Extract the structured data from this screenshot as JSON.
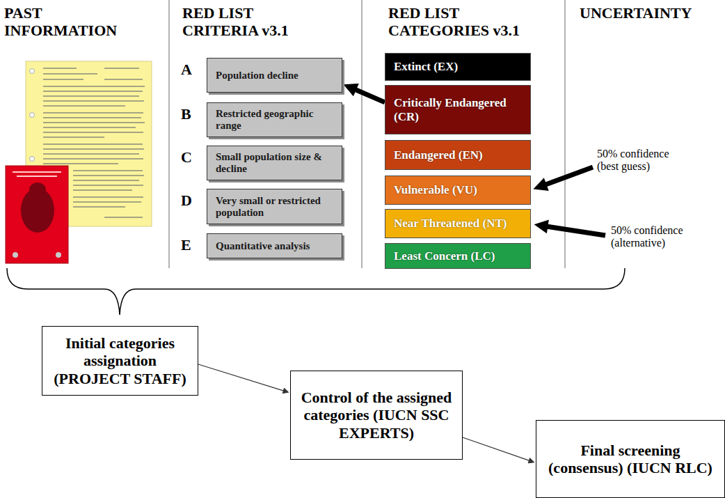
{
  "diagram": {
    "nodes": [
      {
        "text": [
          "A",
          "Population decline"
        ]
      },
      {
        "text": [
          "B",
          "Restricted geographic range"
        ]
      },
      {
        "text": [
          "C",
          "Small population size & decline"
        ]
      },
      {
        "text": [
          "D",
          "Very small or restricted population"
        ]
      },
      {
        "text": [
          "E",
          "Quantitative analysis"
        ]
      },
      {
        "text": [
          "Extinct (EX)"
        ]
      },
      {
        "text": [
          "Critically Endangered (CR)"
        ]
      },
      {
        "text": [
          "Endangered (EN)"
        ]
      },
      {
        "text": [
          "Vulnerable (VU)"
        ]
      },
      {
        "text": [
          "Near Threatened (NT)"
        ]
      },
      {
        "text": [
          "Least Concern (LC)"
        ]
      },
      {
        "text": [
          "Initial categories assignation (PROJECT STAFF)"
        ]
      },
      {
        "text": [
          "Control of the assigned categories (IUCN SSC EXPERTS)"
        ]
      },
      {
        "text": [
          "Final screening (consensus) (IUCN RLC)"
        ]
      }
    ],
    "edges": [
      {
        "from": 6,
        "to": 0,
        "arrow": "to"
      },
      {
        "from": 11,
        "to": 12,
        "arrow": "to"
      },
      {
        "from": 12,
        "to": 13,
        "arrow": "to"
      }
    ],
    "labels": [
      "PAST INFORMATION",
      "RED LIST CRITERIA v3.1",
      "RED LIST CATEGORIES v3.1",
      "UNCERTAINTY",
      "50% confidence (best guess)",
      "50% confidence (alternative)"
    ]
  }
}
